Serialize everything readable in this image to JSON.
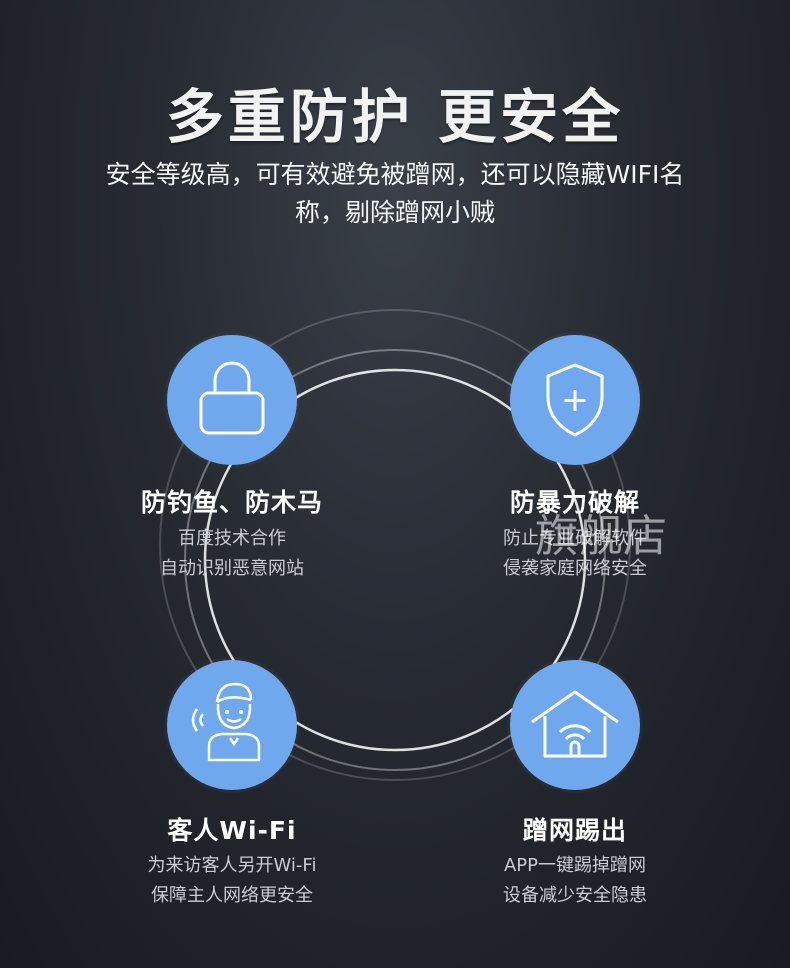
{
  "header": {
    "title": "多重防护 更安全",
    "subtitle": "安全等级高，可有效避免被蹭网，还可以隐藏WIFI名称，剔除蹭网小贼"
  },
  "features": [
    {
      "icon": "lock-icon",
      "title": "防钓鱼、防木马",
      "desc1": "百度技术合作",
      "desc2": "自动识别恶意网站"
    },
    {
      "icon": "shield-plus-icon",
      "title": "防暴力破解",
      "desc1": "防止专业破解软件",
      "desc2": "侵袭家庭网络安全"
    },
    {
      "icon": "guest-user-icon",
      "title": "客人Wi-Fi",
      "desc1": "为来访客人另开Wi-Fi",
      "desc2": "保障主人网络更安全"
    },
    {
      "icon": "home-wifi-icon",
      "title": "蹭网踢出",
      "desc1": "APP一键踢掉蹭网",
      "desc2": "设备减少安全隐患"
    }
  ],
  "watermark": "旗舰店",
  "colors": {
    "accent": "#6fa8ec",
    "background": "#22262d"
  }
}
